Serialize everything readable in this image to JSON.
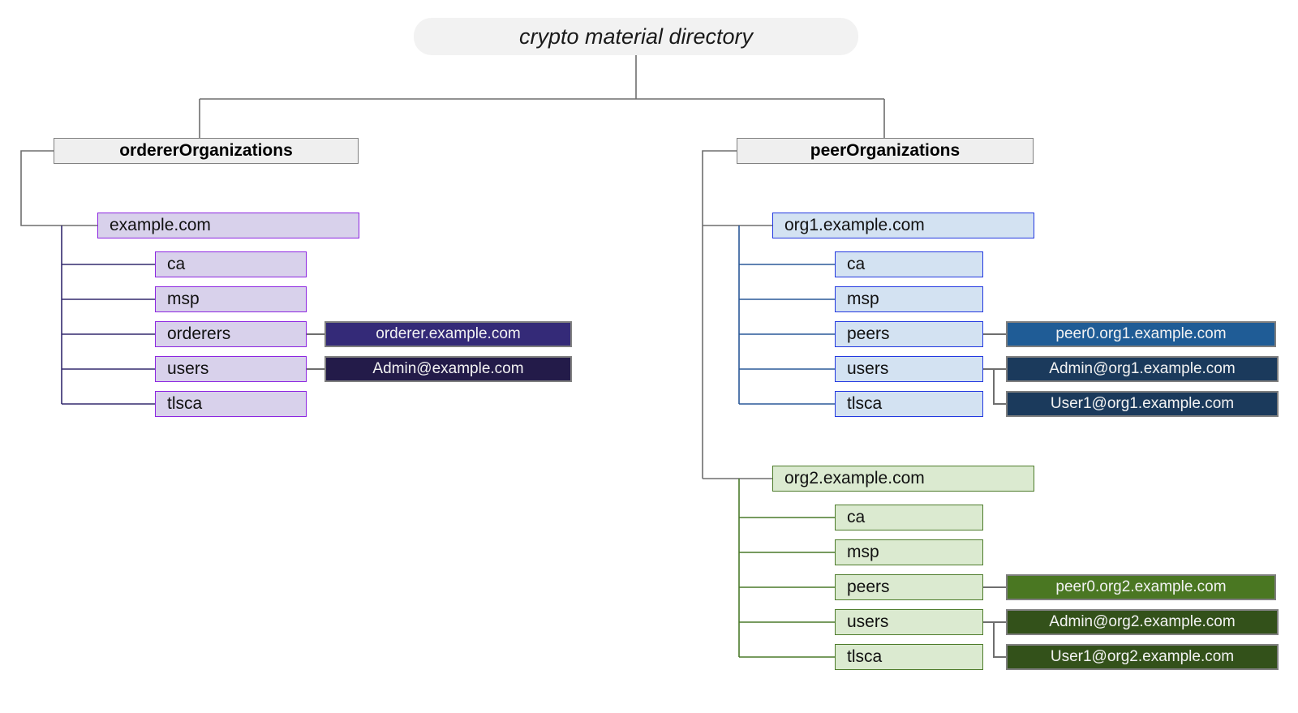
{
  "diagram": {
    "title": "crypto material directory",
    "root": {
      "label": "crypto material directory"
    },
    "branches": [
      {
        "name": "ordererOrganizations",
        "header_label": "ordererOrganizations",
        "org": {
          "label": "example.com"
        },
        "children": [
          {
            "label": "ca"
          },
          {
            "label": "msp"
          },
          {
            "label": "orderers"
          },
          {
            "label": "users"
          },
          {
            "label": "tlsca"
          }
        ],
        "leaves": [
          {
            "label": "orderer.example.com",
            "parent": "orderers"
          },
          {
            "label": "Admin@example.com",
            "parent": "users"
          }
        ]
      },
      {
        "name": "peerOrganizations",
        "header_label": "peerOrganizations",
        "orgs": [
          {
            "label": "org1.example.com",
            "children": [
              {
                "label": "ca"
              },
              {
                "label": "msp"
              },
              {
                "label": "peers"
              },
              {
                "label": "users"
              },
              {
                "label": "tlsca"
              }
            ],
            "leaves": [
              {
                "label": "peer0.org1.example.com",
                "parent": "peers"
              },
              {
                "label": "Admin@org1.example.com",
                "parent": "users"
              },
              {
                "label": "User1@org1.example.com",
                "parent": "users"
              }
            ]
          },
          {
            "label": "org2.example.com",
            "children": [
              {
                "label": "ca"
              },
              {
                "label": "msp"
              },
              {
                "label": "peers"
              },
              {
                "label": "users"
              },
              {
                "label": "tlsca"
              }
            ],
            "leaves": [
              {
                "label": "peer0.org2.example.com",
                "parent": "peers"
              },
              {
                "label": "Admin@org2.example.com",
                "parent": "users"
              },
              {
                "label": "User1@org2.example.com",
                "parent": "users"
              }
            ]
          }
        ]
      }
    ],
    "colors": {
      "root_fill": "#f2f2f2",
      "org_header_fill": "#efefef",
      "org_header_border": "#808080",
      "orderer_fill": "#d8d1eb",
      "orderer_border": "#8c25e0",
      "orderer_line": "#332a6e",
      "org1_fill": "#d3e2f2",
      "org1_border": "#2238e0",
      "org1_line": "#2a5898",
      "org2_fill": "#dbead0",
      "org2_border": "#4e7c2b",
      "org2_line": "#4a7a2a",
      "leaf_orderer_1": "#342a78",
      "leaf_orderer_2": "#231b49",
      "leaf_org1_1": "#1f5c96",
      "leaf_org1_2": "#1b3a5c",
      "leaf_org2_1": "#4a7722",
      "leaf_org2_2": "#33511a",
      "connector_gray": "#6e6e6e"
    }
  }
}
